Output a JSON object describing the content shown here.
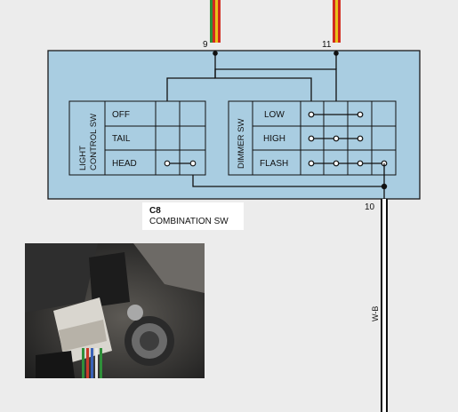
{
  "pins": {
    "left": "9",
    "right": "11",
    "bottom": "10"
  },
  "light_control": {
    "label_line1": "LIGHT",
    "label_line2": "CONTROL SW",
    "positions": [
      "OFF",
      "TAIL",
      "HEAD"
    ]
  },
  "dimmer": {
    "label": "DIMMER SW",
    "positions": [
      "LOW",
      "HIGH",
      "FLASH"
    ]
  },
  "connector": {
    "id": "C8",
    "name": "COMBINATION SW"
  },
  "wire_color": "W-B",
  "colors": {
    "panel": "#a9cde1",
    "panel_border": "#1a1a1a",
    "background": "#ececec",
    "wire_red": "#d22b1f",
    "wire_green": "#2f8f3a",
    "wire_yellow": "#e8c21a"
  }
}
